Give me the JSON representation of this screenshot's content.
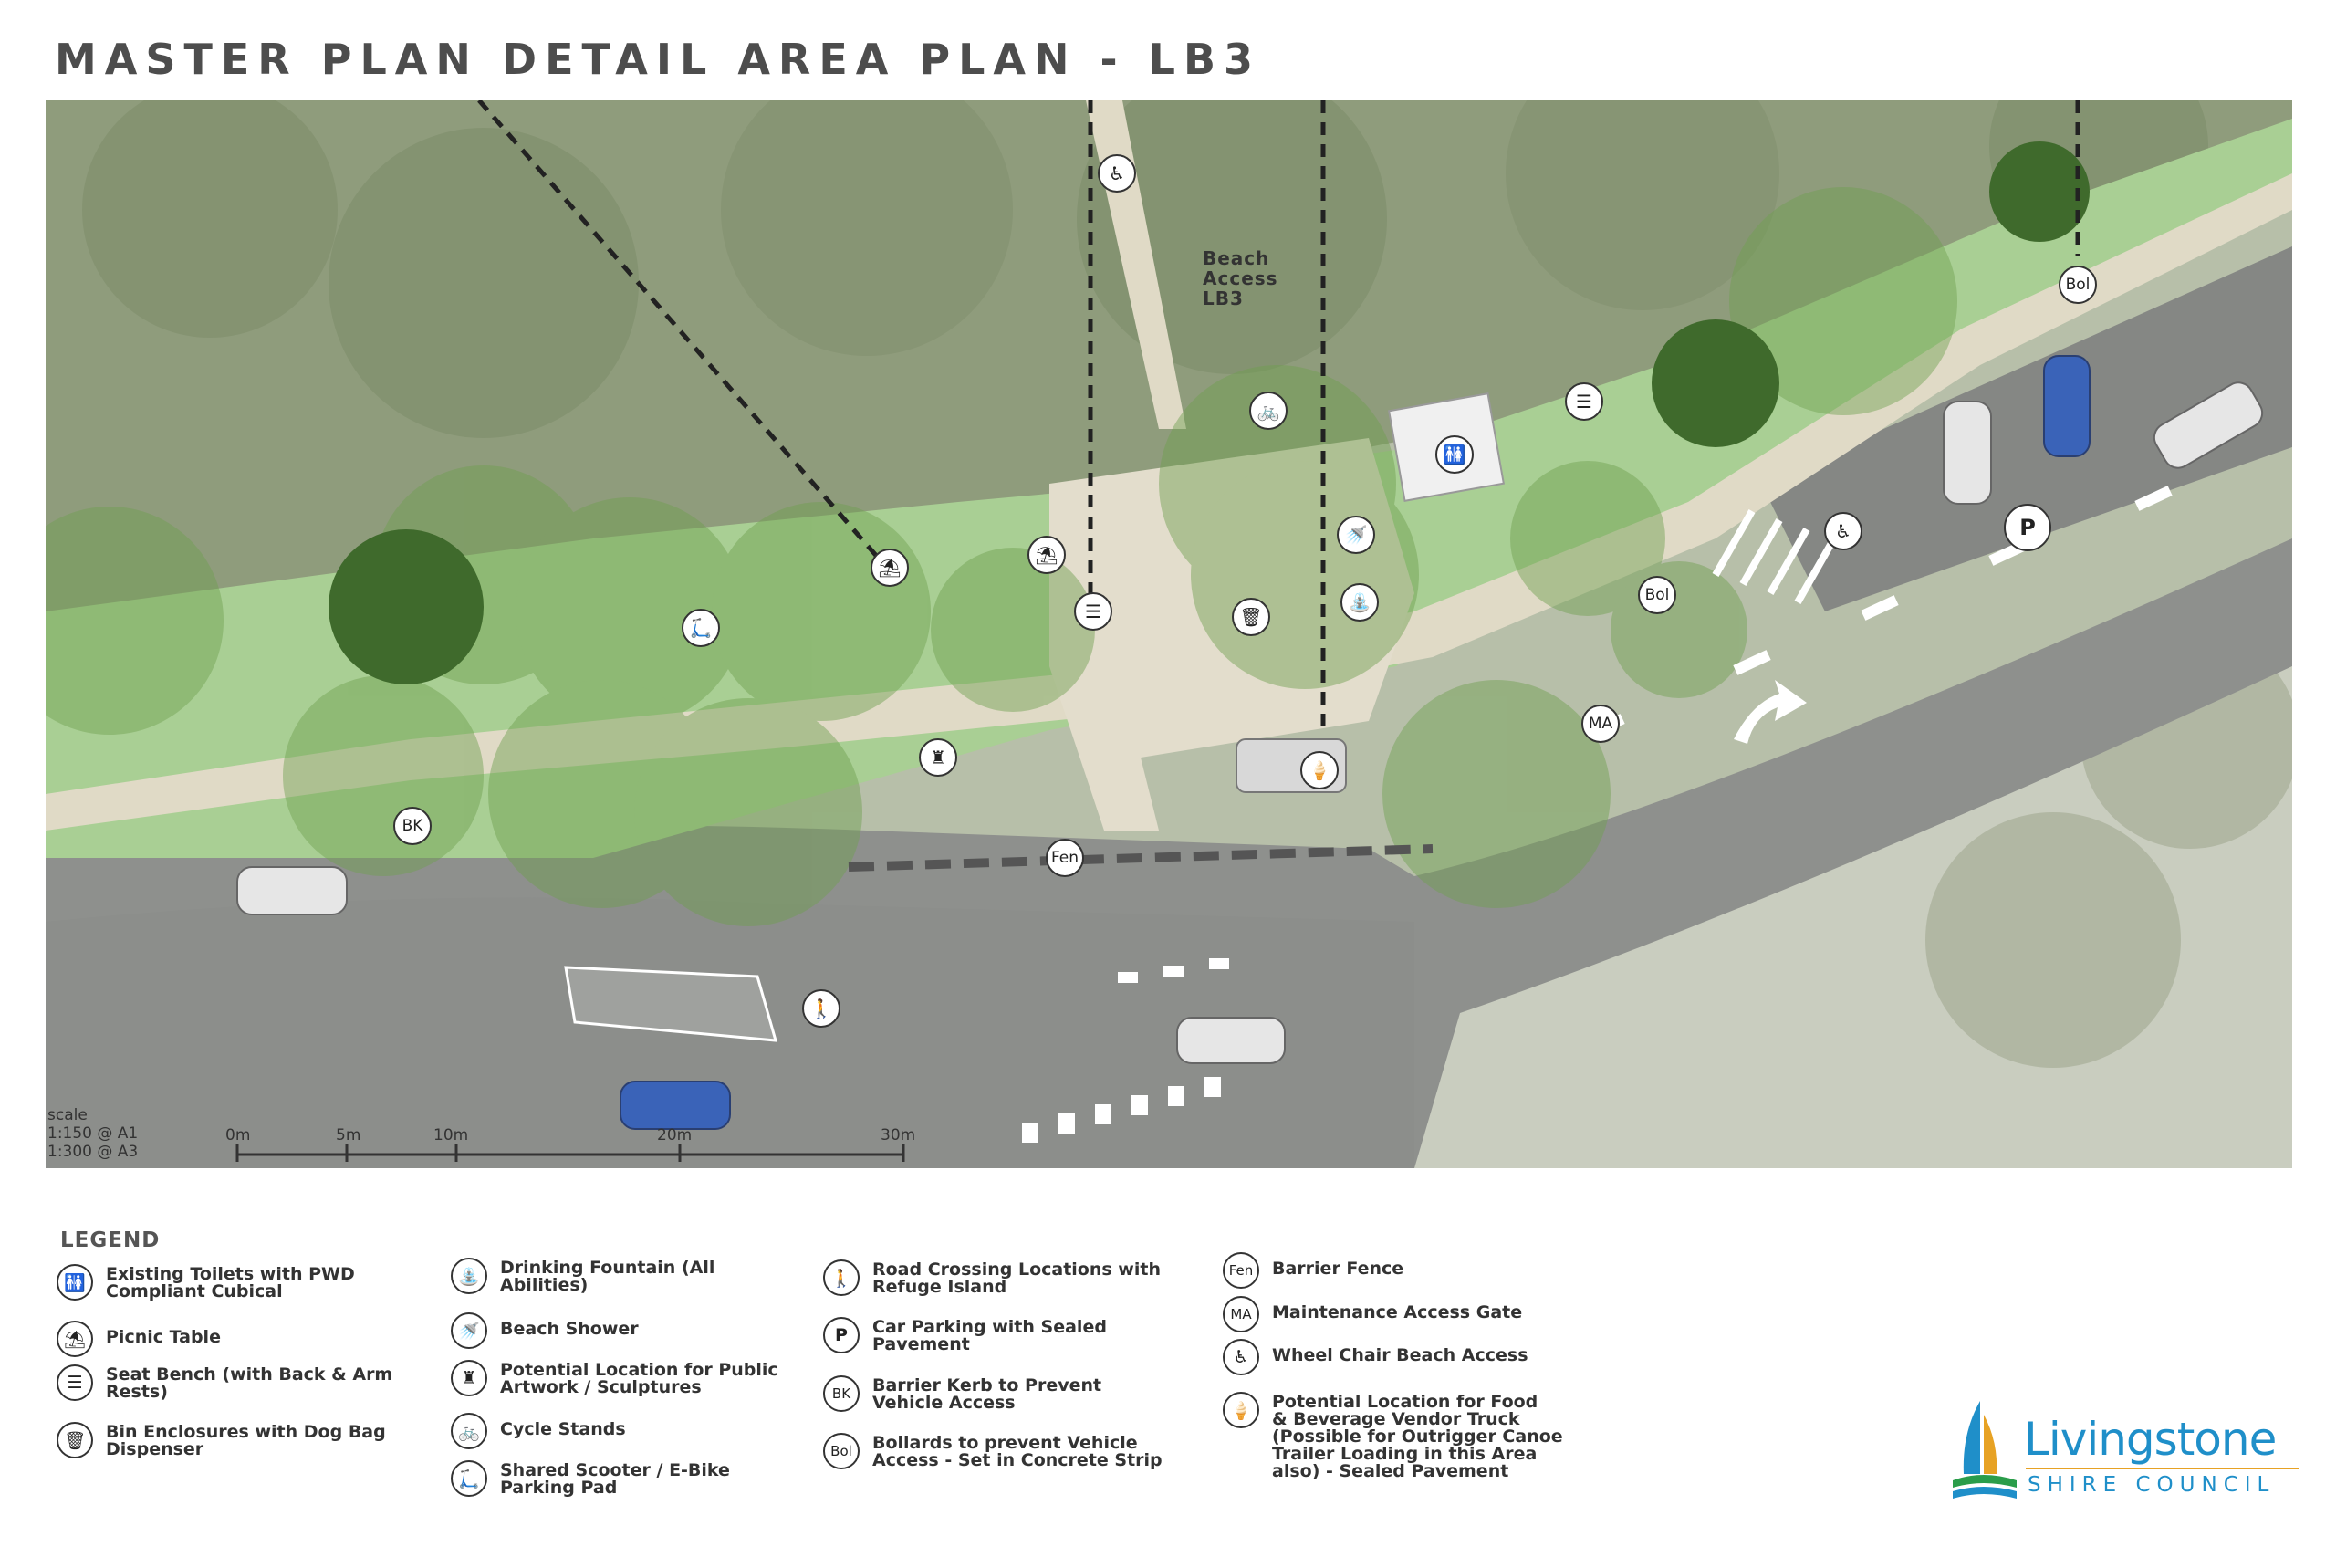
{
  "title": "MASTER PLAN DETAIL AREA PLAN - LB3",
  "map": {
    "beach_access_label": "Beach\nAccess\nLB3",
    "markers": {
      "bk": "BK",
      "fen": "Fen",
      "ma": "MA",
      "bol_1": "Bol",
      "bol_2": "Bol",
      "parking": "P"
    },
    "scale": {
      "label": "scale",
      "ratio_a1": "1:150 @ A1",
      "ratio_a3": "1:300 @ A3",
      "ticks": [
        "0m",
        "5m",
        "10m",
        "20m",
        "30m"
      ]
    }
  },
  "legend": {
    "title": "LEGEND",
    "col1": [
      {
        "icon": "toilets-icon",
        "glyph": "🚻",
        "label": "Existing Toilets with PWD\nCompliant Cubical"
      },
      {
        "icon": "picnic-table-icon",
        "glyph": "⛱",
        "label": "Picnic Table"
      },
      {
        "icon": "seat-bench-icon",
        "glyph": "☰",
        "label": "Seat Bench (with Back & Arm\nRests)"
      },
      {
        "icon": "bin-icon",
        "glyph": "🗑",
        "label": "Bin Enclosures with Dog Bag\nDispenser"
      }
    ],
    "col2": [
      {
        "icon": "drinking-fountain-icon",
        "glyph": "⛲",
        "label": "Drinking Fountain (All\nAbilities)"
      },
      {
        "icon": "beach-shower-icon",
        "glyph": "🚿",
        "label": "Beach Shower"
      },
      {
        "icon": "artwork-icon",
        "glyph": "♜",
        "label": "Potential Location for Public\nArtwork / Sculptures"
      },
      {
        "icon": "cycle-stands-icon",
        "glyph": "🚲",
        "label": "Cycle Stands"
      },
      {
        "icon": "scooter-icon",
        "glyph": "🛴",
        "label": "Shared Scooter / E-Bike\nParking Pad"
      }
    ],
    "col3": [
      {
        "icon": "road-crossing-icon",
        "glyph": "🚶",
        "label": "Road Crossing Locations with\nRefuge Island",
        "text_icon": ""
      },
      {
        "icon": "car-parking-icon",
        "glyph": "P",
        "label": "Car Parking with Sealed\nPavement",
        "text_icon": "P"
      },
      {
        "icon": "barrier-kerb-icon",
        "glyph": "BK",
        "label": "Barrier Kerb to Prevent\nVehicle Access",
        "text_icon": "BK"
      },
      {
        "icon": "bollards-icon",
        "glyph": "Bol",
        "label": "Bollards to prevent Vehicle\nAccess - Set in Concrete Strip",
        "text_icon": "Bol"
      }
    ],
    "col4": [
      {
        "icon": "barrier-fence-icon",
        "glyph": "Fen",
        "label": "Barrier Fence",
        "text_icon": "Fen"
      },
      {
        "icon": "maintenance-gate-icon",
        "glyph": "MA",
        "label": "Maintenance Access Gate",
        "text_icon": "MA"
      },
      {
        "icon": "wheelchair-icon",
        "glyph": "♿",
        "label": "Wheel Chair Beach Access"
      },
      {
        "icon": "food-truck-icon",
        "glyph": "🍦",
        "label": "Potential Location for Food\n& Beverage Vendor Truck\n(Possible for Outrigger Canoe\nTrailer Loading in this Area\nalso) - Sealed Pavement"
      }
    ]
  },
  "logo": {
    "name": "Livingstone",
    "sub": "SHIRE COUNCIL"
  },
  "colors": {
    "vegetation": "#9aa98a",
    "grass": "#a6cf8f",
    "path": "#ddd8c4",
    "road": "#8a8c8a",
    "tree_canopy": "#7fae5f",
    "logo_blue": "#1f8fc9",
    "logo_orange": "#e7a224"
  }
}
